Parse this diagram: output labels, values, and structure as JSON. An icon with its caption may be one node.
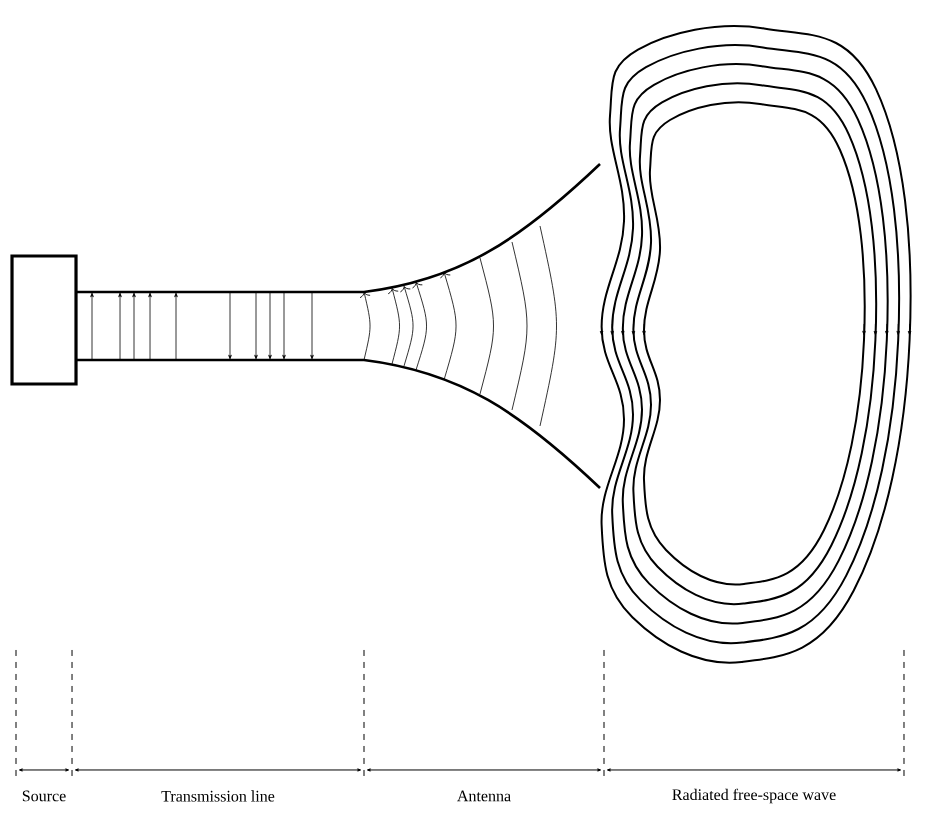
{
  "diagram": {
    "labels": [
      "Source",
      "Transmission line",
      "Antenna",
      "Radiated free-space wave"
    ]
  }
}
